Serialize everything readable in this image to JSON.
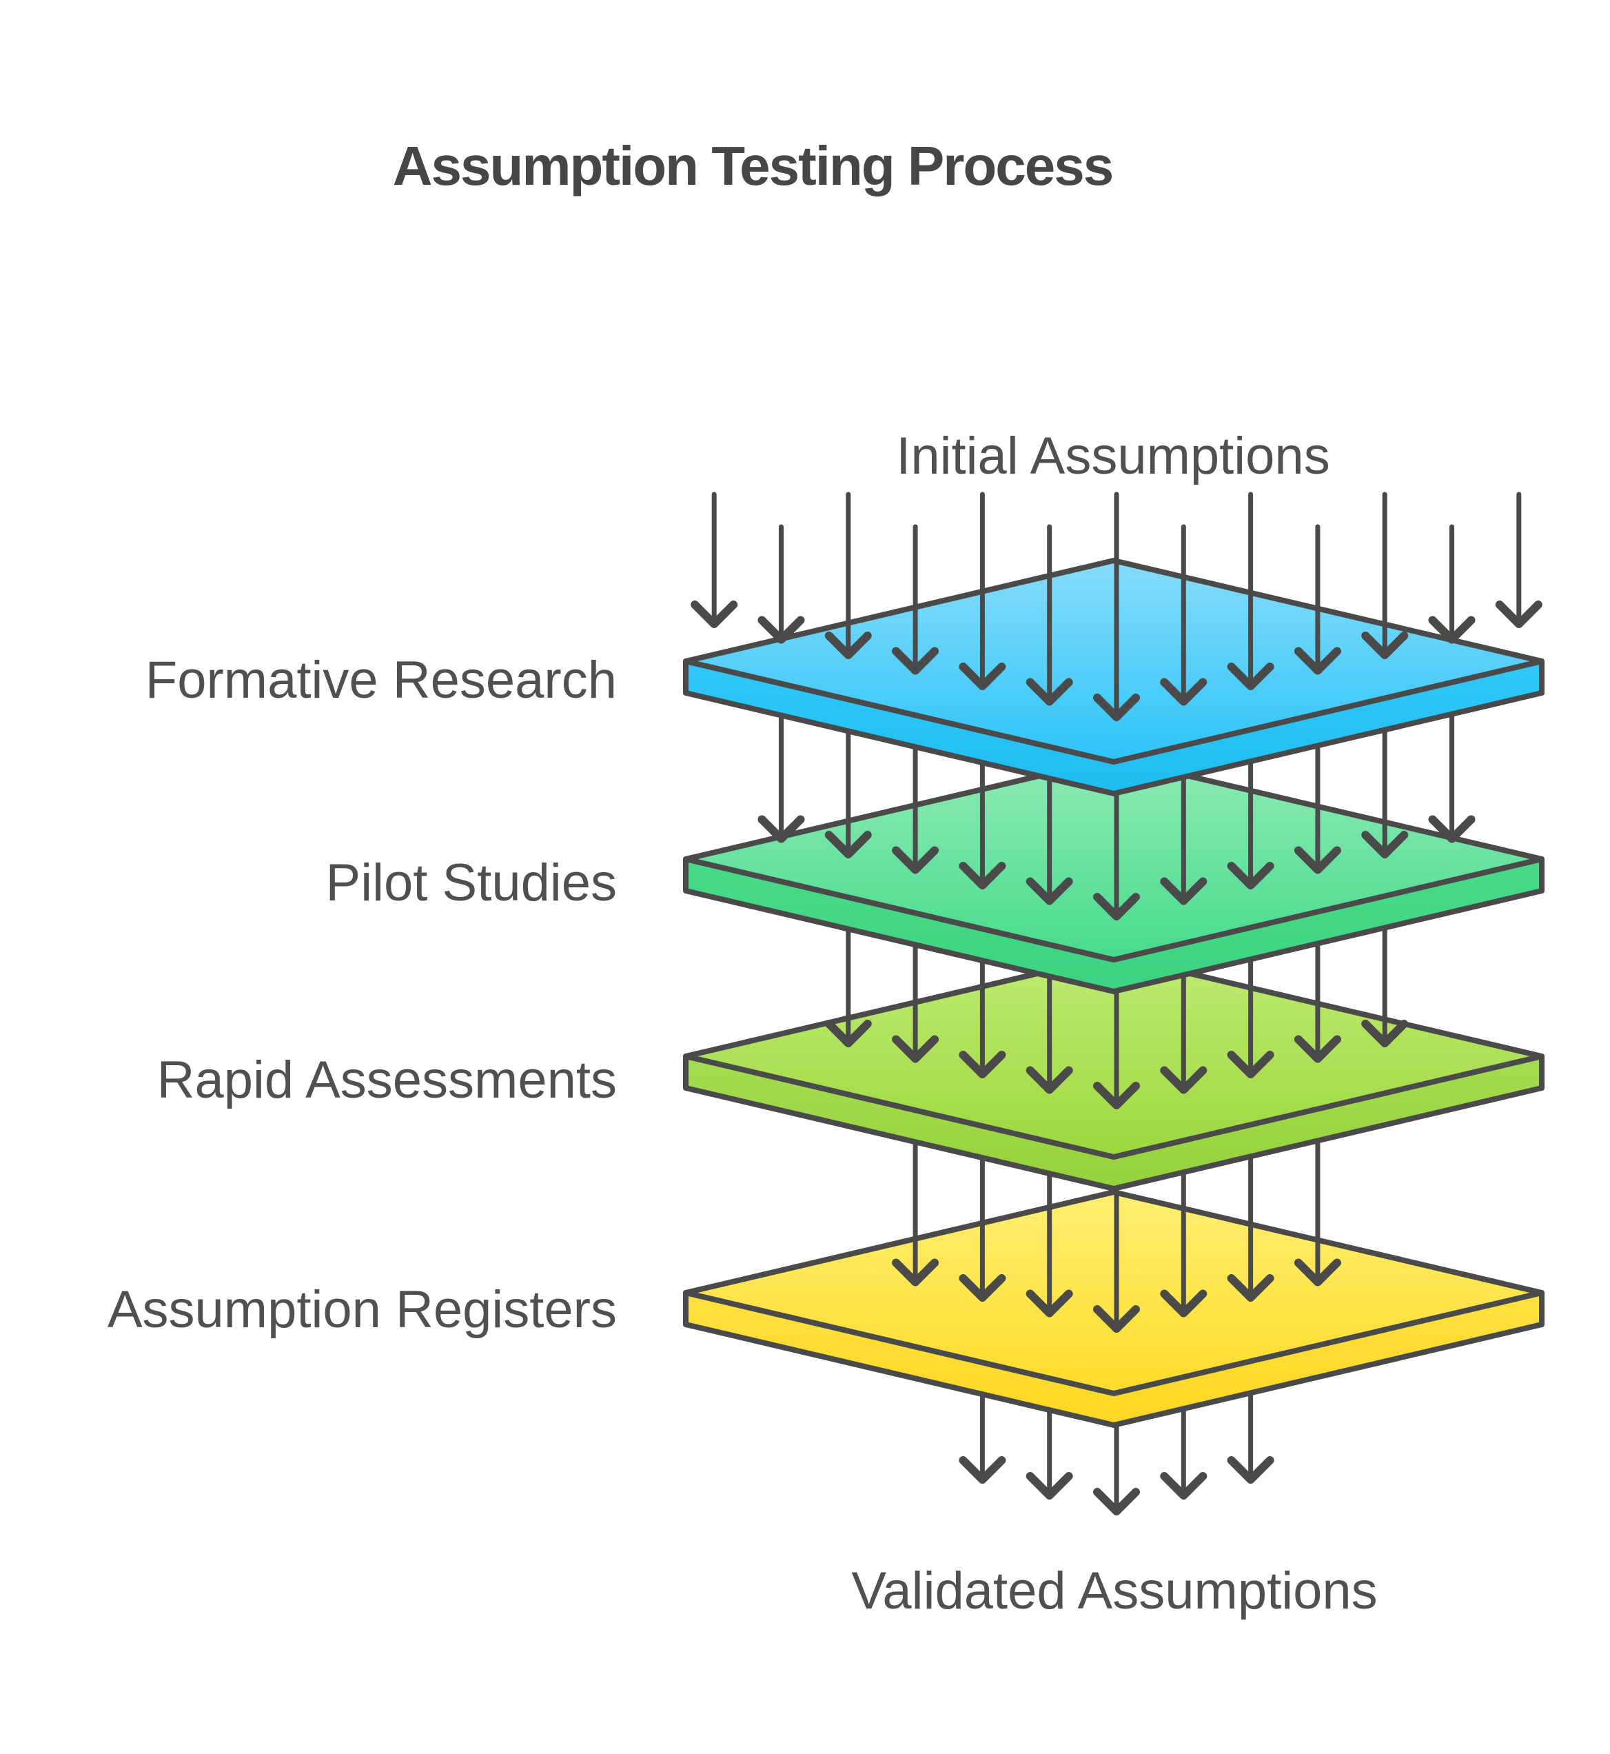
{
  "title": "Assumption Testing Process",
  "flow": {
    "input_label": "Initial Assumptions",
    "output_label": "Validated Assumptions",
    "arrow_sets": [
      {
        "name": "initial-assumptions-arrows",
        "count": 13
      },
      {
        "name": "after-formative-research-arrows",
        "count": 11
      },
      {
        "name": "after-pilot-studies-arrows",
        "count": 9
      },
      {
        "name": "after-rapid-assessments-arrows",
        "count": 7
      },
      {
        "name": "validated-assumptions-arrows",
        "count": 5
      }
    ]
  },
  "stages": [
    {
      "label": "Formative Research",
      "face_top_color": "#87dcfa",
      "face_bottom_color": "#2cc4f8",
      "side_top_color": "#31c7f8",
      "side_bottom_color": "#1fbdf2"
    },
    {
      "label": "Pilot Studies",
      "face_top_color": "#8feab6",
      "face_bottom_color": "#47db8b",
      "side_top_color": "#4ada89",
      "side_bottom_color": "#3bd381"
    },
    {
      "label": "Rapid Assessments",
      "face_top_color": "#bfea72",
      "face_bottom_color": "#9cd83e",
      "side_top_color": "#a5dc52",
      "side_bottom_color": "#95d23a"
    },
    {
      "label": "Assumption Registers",
      "face_top_color": "#ffef72",
      "face_bottom_color": "#fedc29",
      "side_top_color": "#ffe140",
      "side_bottom_color": "#fdd723"
    }
  ],
  "colors": {
    "background": "#ffffff",
    "outline": "#4a4a4a",
    "arrow": "#4a4a4a",
    "title_text": "#464646",
    "label_text": "#505050"
  }
}
